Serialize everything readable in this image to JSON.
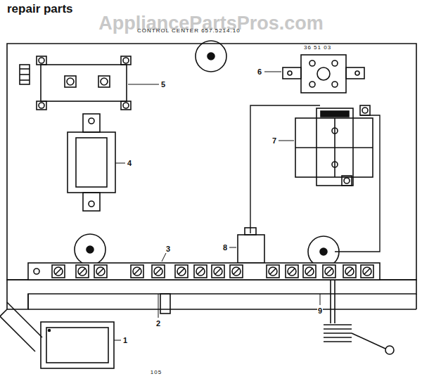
{
  "diagram": {
    "title": "repair parts",
    "labels": [
      "AppliancePartsPros.com",
      "CONTROL CENTER 657.5214.10",
      "36 51 03",
      "5",
      "6",
      "4",
      "7",
      "3",
      "8",
      "2",
      "9",
      "1",
      "105"
    ]
  }
}
